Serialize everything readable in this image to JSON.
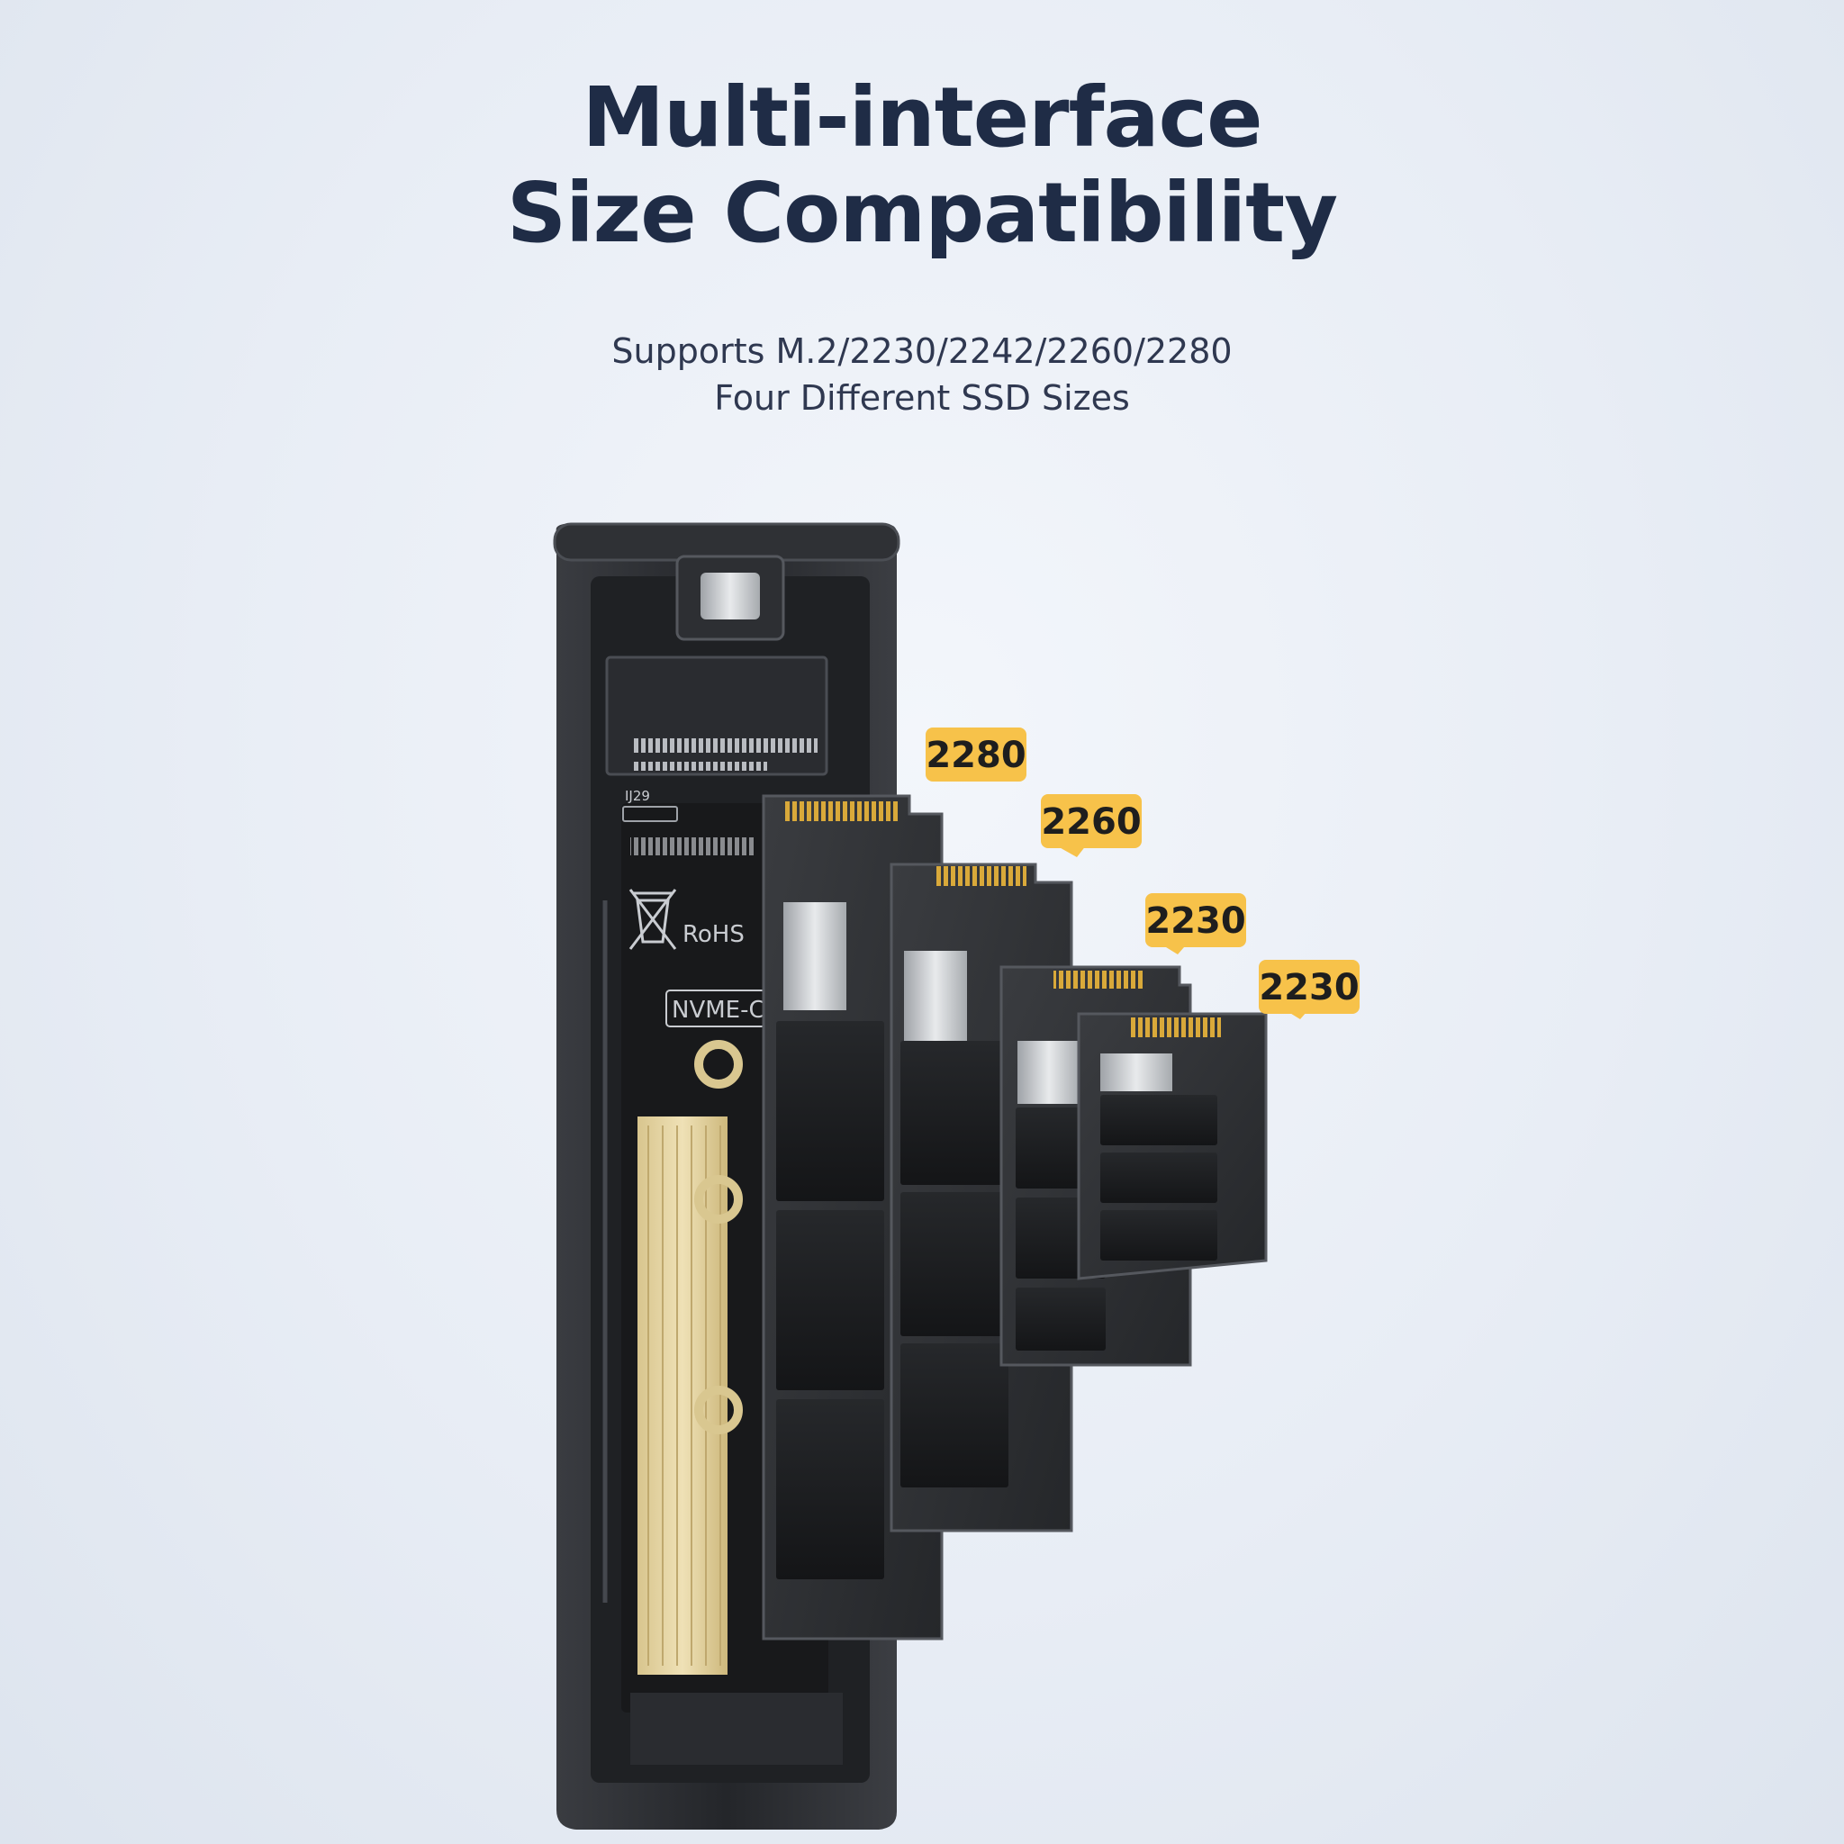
{
  "headline": {
    "line1": "Multi-interface",
    "line2": "Size Compatibility"
  },
  "subtitle": {
    "line1": "Supports M.2/2230/2242/2260/2280",
    "line2": "Four Different SSD Sizes"
  },
  "enclosure": {
    "rohs_text": "RoHS",
    "nvme_text": "NVME-C"
  },
  "size_tags": [
    {
      "label": "2280"
    },
    {
      "label": "2260"
    },
    {
      "label": "2230"
    },
    {
      "label": "2230"
    }
  ],
  "colors": {
    "background": "#e8edf5",
    "headline": "#1f2c46",
    "tag": "#f7c24a",
    "enclosure": "#2b2d31",
    "heatsink_pad": "#e6d6a6",
    "gold_fingers": "#d9a93a"
  }
}
